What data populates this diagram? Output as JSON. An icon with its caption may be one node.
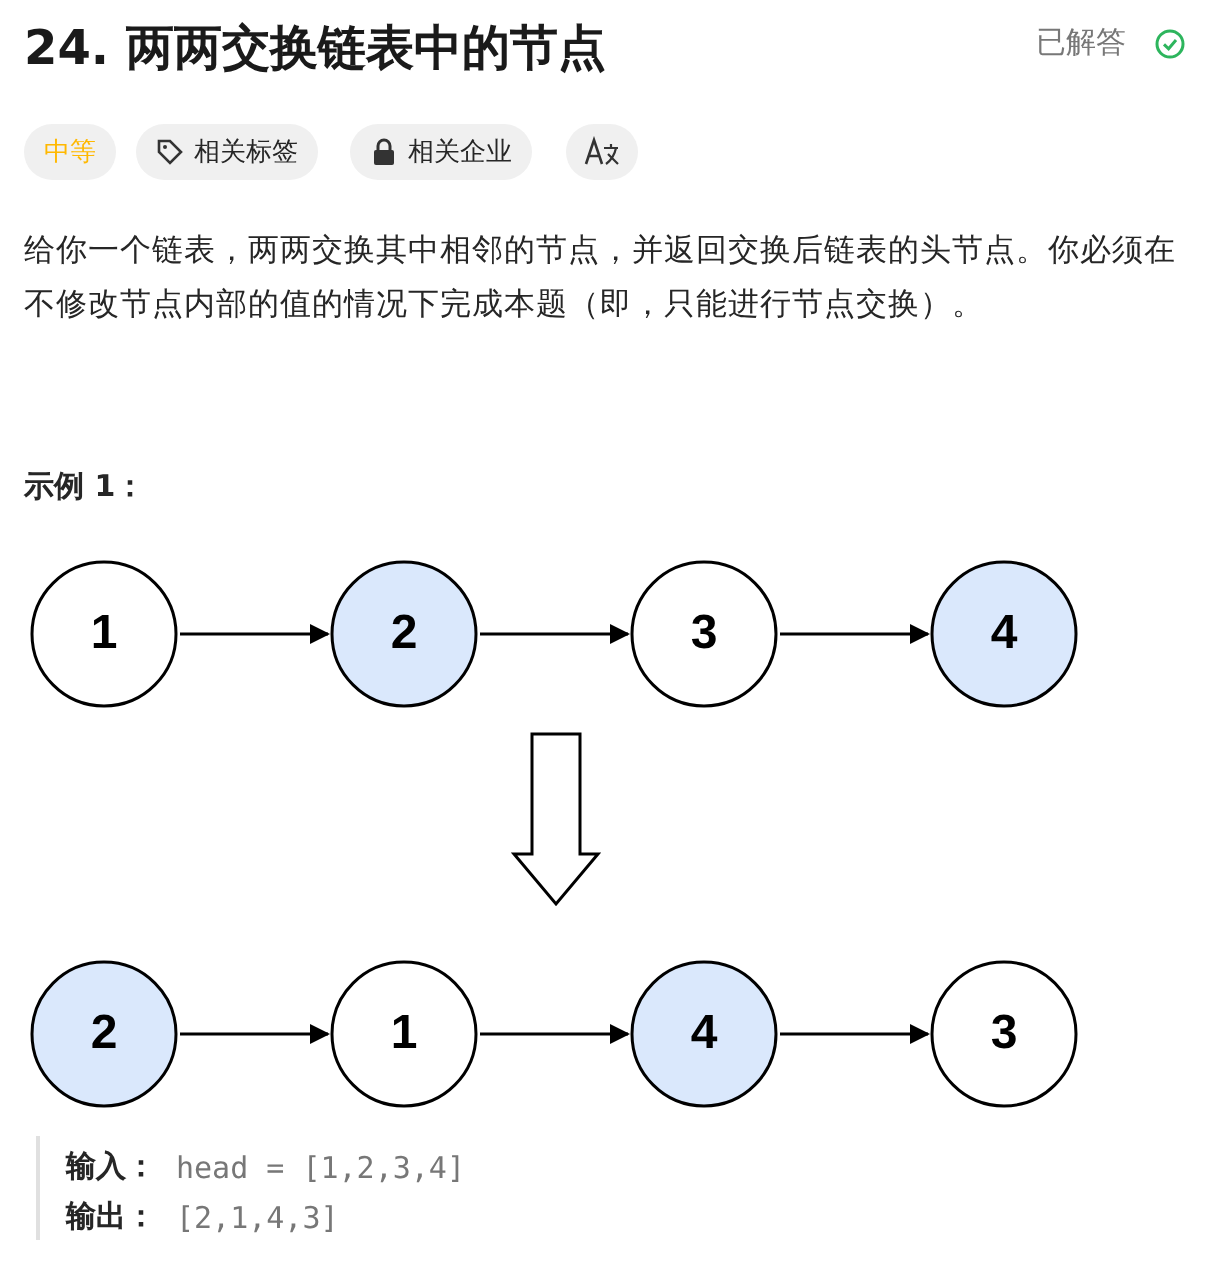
{
  "diagram": {
    "title": "24. 两两交换链表中的节点",
    "nodes": [
      {
        "text": [
          "1"
        ]
      },
      {
        "text": [
          "2"
        ]
      },
      {
        "text": [
          "3"
        ]
      },
      {
        "text": [
          "4"
        ]
      },
      {
        "text": [
          "2"
        ]
      },
      {
        "text": [
          "1"
        ]
      },
      {
        "text": [
          "4"
        ]
      },
      {
        "text": [
          "3"
        ]
      }
    ],
    "edges": [
      {
        "from": 0,
        "to": 1,
        "arrow": "to"
      },
      {
        "from": 1,
        "to": 2,
        "arrow": "to"
      },
      {
        "from": 2,
        "to": 3,
        "arrow": "to"
      },
      {
        "from": 4,
        "to": 5,
        "arrow": "to"
      },
      {
        "from": 5,
        "to": 6,
        "arrow": "to"
      },
      {
        "from": 6,
        "to": 7,
        "arrow": "to"
      }
    ],
    "labels": [
      "已解答",
      "中等",
      "相关标签",
      "相关企业",
      "给你一个链表，两两交换其中相邻的节点，并返回交换后链表的头节点。你必须在不修改节点内部的值的情况下完成本题（即，只能进行节点交换）。",
      "示例 1：",
      "输入：",
      "head = [1,2,3,4]",
      "输出：",
      "[2,1,4,3]"
    ]
  }
}
